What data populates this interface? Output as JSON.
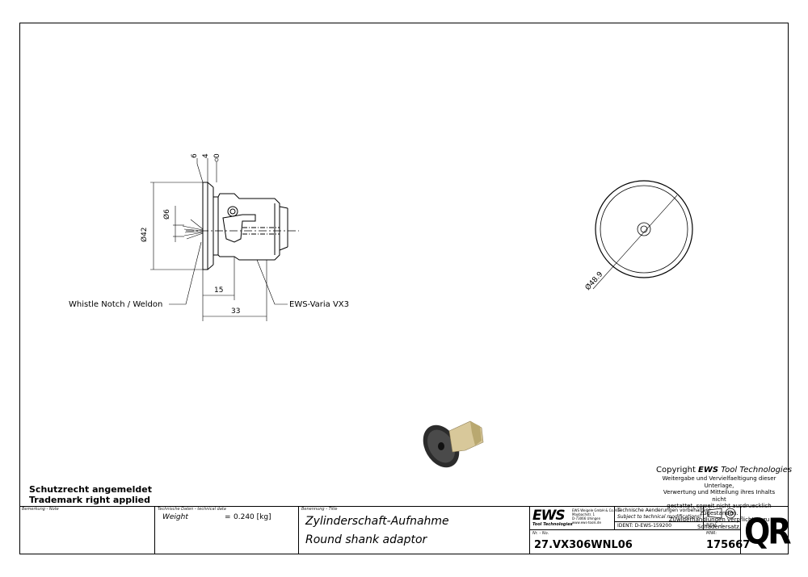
{
  "drawing": {
    "dim_6": "6",
    "dim_4": "4",
    "dim_0": "0",
    "dim_phi42": "Ø42",
    "dim_phi6": "Ø6",
    "dim_15": "15",
    "dim_33": "33",
    "dim_phi489": "Ø48.9",
    "label_whistle": "Whistle Notch / Weldon",
    "label_varia": "EWS-Varia VX3"
  },
  "notes": {
    "protection_de": "Schutzrecht angemeldet",
    "protection_en": "Trademark right applied"
  },
  "copyright": {
    "prefix": "Copyright ",
    "brand": "EWS",
    "suffix": " Tool Technologies",
    "line1": "Weitergabe und Vervielfaeltigung dieser Unterlage,",
    "line2": "Verwertung und Mitteilung ihres Inhalts nicht",
    "line3": "gestattet, soweit nicht ausdruecklich zugestanden.",
    "line4": "Zuwiderhandlungen verpflichten zu Schadenersatz."
  },
  "title_block": {
    "note_label": "Bemerkung - Note",
    "tech_label": "Technische Daten - technical data",
    "weight_label": "Weight",
    "weight_eq": "=",
    "weight_value": "0.240 [kg]",
    "title_label": "Benennung - Title",
    "title_de": "Zylinderschaft-Aufnahme",
    "title_en": "Round shank adaptor",
    "logo": "EWS",
    "logo_sub": "Tool Technologies",
    "company_line1": "EWS Weigele GmbH & Co. KG",
    "company_line2": "Maybachstr. 1",
    "company_line3": "D-73066 Uhingen",
    "company_line4": "www.ews-tools.de",
    "changes_de": "Technische Aenderungen vorbehalten!",
    "changes_en": "Subject to technical modifications!",
    "ident_label": "IDENT:",
    "ident_value": "D-EWS-159200",
    "rev_label": "REV:",
    "rev_value": "-/-",
    "nr_label": "Nr. - No.",
    "part_number": "27.VX306WNL06",
    "mnr_label": "MNR:",
    "mnr_value": "175667",
    "qr": "QR"
  }
}
